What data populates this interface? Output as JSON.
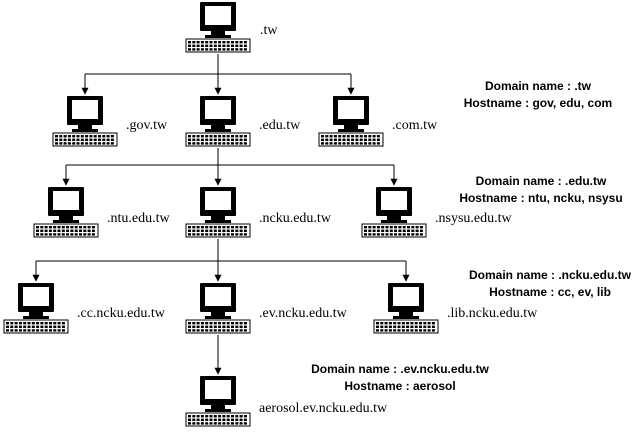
{
  "tree": {
    "nodes": [
      {
        "id": "tw",
        "label": ".tw"
      },
      {
        "id": "gov",
        "label": ".gov.tw"
      },
      {
        "id": "edu",
        "label": ".edu.tw"
      },
      {
        "id": "com",
        "label": ".com.tw"
      },
      {
        "id": "ntu",
        "label": ".ntu.edu.tw"
      },
      {
        "id": "ncku",
        "label": ".ncku.edu.tw"
      },
      {
        "id": "nsysu",
        "label": ".nsysu.edu.tw"
      },
      {
        "id": "cc",
        "label": ".cc.ncku.edu.tw"
      },
      {
        "id": "ev",
        "label": ".ev.ncku.edu.tw"
      },
      {
        "id": "lib",
        "label": ".lib.ncku.edu.tw"
      },
      {
        "id": "aerosol",
        "label": "aerosol.ev.ncku.edu.tw"
      }
    ],
    "edges": [
      [
        "tw",
        "gov"
      ],
      [
        "tw",
        "edu"
      ],
      [
        "tw",
        "com"
      ],
      [
        "edu",
        "ntu"
      ],
      [
        "edu",
        "ncku"
      ],
      [
        "edu",
        "nsysu"
      ],
      [
        "ncku",
        "cc"
      ],
      [
        "ncku",
        "ev"
      ],
      [
        "ncku",
        "lib"
      ],
      [
        "ev",
        "aerosol"
      ]
    ]
  },
  "notes": [
    {
      "id": "level1",
      "domain": "Domain name : .tw",
      "hostname": "Hostname : gov, edu, com"
    },
    {
      "id": "level2",
      "domain": "Domain name : .edu.tw",
      "hostname": "Hostname : ntu, ncku, nsysu"
    },
    {
      "id": "level3",
      "domain": "Domain name : .ncku.edu.tw",
      "hostname": "Hostname : cc, ev, lib"
    },
    {
      "id": "level4",
      "domain": "Domain name : .ev.ncku.edu.tw",
      "hostname": "Hostname : aerosol"
    }
  ]
}
